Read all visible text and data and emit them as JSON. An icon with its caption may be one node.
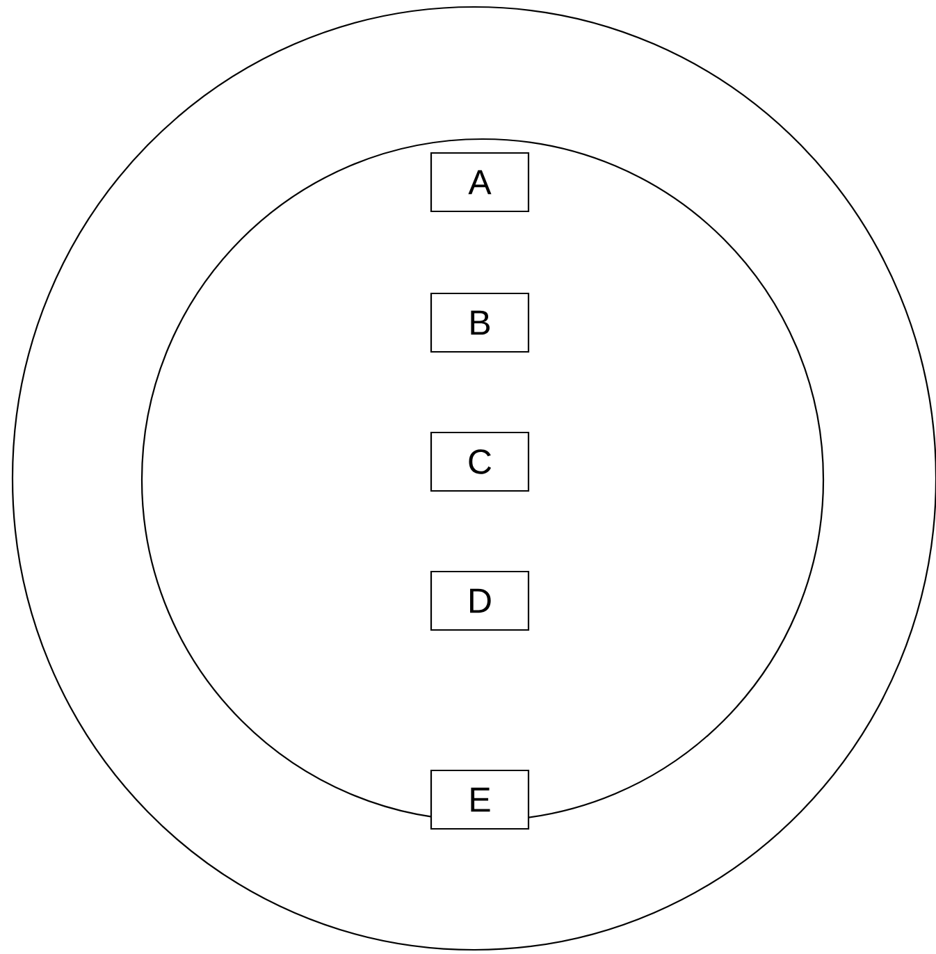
{
  "diagram": {
    "nodes": [
      {
        "text": [],
        "shape": "circle"
      },
      {
        "text": [],
        "shape": "circle",
        "in": 0
      },
      {
        "text": [
          "A"
        ],
        "in": 1
      },
      {
        "text": [
          "B"
        ],
        "in": 1
      },
      {
        "text": [
          "C"
        ],
        "in": 1
      },
      {
        "text": [
          "D"
        ],
        "in": 1
      },
      {
        "text": [
          "E"
        ],
        "in": 1
      }
    ]
  }
}
